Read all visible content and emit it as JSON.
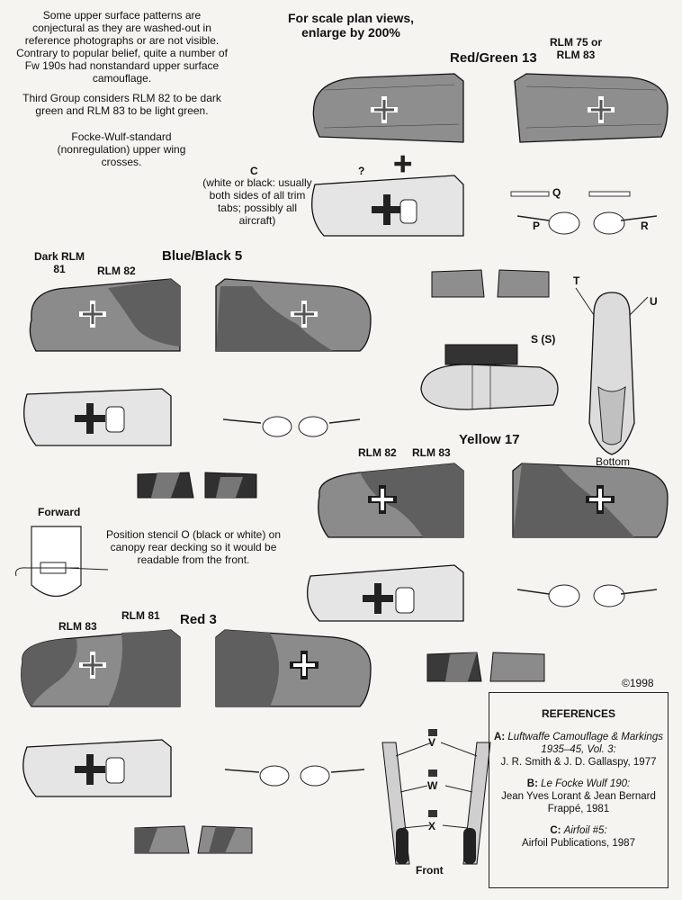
{
  "notes": {
    "conjecture": "Some upper surface patterns are conjectural as they are washed-out in reference photographs or are not visible. Contrary to popular belief, quite a number of Fw 190s had nonstandard upper surface camouflage.",
    "third_group": "Third Group considers RLM 82 to be dark green and RLM 83 to be light green.",
    "crosses": "Focke-Wulf-standard (nonregulation) upper wing crosses.",
    "scale": "For scale plan views, enlarge by 200%",
    "trim_tabs": "(white or black: usually both sides of all trim tabs; possibly all aircraft)",
    "stencil": "Position stencil O (black or white) on canopy rear decking so it would be readable from the front.",
    "copyright": "©1998"
  },
  "aircraft": {
    "red_green_13": {
      "title": "Red/Green 13",
      "color_note": "RLM 75 or RLM 83"
    },
    "blue_black_5": {
      "title": "Blue/Black 5",
      "label_dark": "Dark RLM 81",
      "label_82": "RLM 82"
    },
    "yellow_17": {
      "title": "Yellow 17",
      "label_82": "RLM 82",
      "label_83": "RLM 83"
    },
    "red_3": {
      "title": "Red 3",
      "label_83": "RLM 83",
      "label_81": "RLM 81"
    }
  },
  "letters": {
    "c": "C",
    "question": "?",
    "p": "P",
    "q": "Q",
    "r": "R",
    "s": "S (S)",
    "t": "T",
    "u": "U",
    "v": "V",
    "w": "W",
    "x": "X",
    "bottom": "Bottom",
    "forward": "Forward",
    "front": "Front"
  },
  "references": {
    "heading": "REFERENCES",
    "items": [
      {
        "key": "A:",
        "title": "Luftwaffe Camouflage & Markings 1935–45, Vol. 3:",
        "detail": "J. R. Smith & J. D. Gallaspy, 1977"
      },
      {
        "key": "B:",
        "title": "Le Focke Wulf 190:",
        "detail": "Jean Yves Lorant & Jean Bernard Frappé, 1981"
      },
      {
        "key": "C:",
        "title": "Airfoil #5:",
        "detail": "Airfoil Publications, 1987"
      }
    ]
  }
}
